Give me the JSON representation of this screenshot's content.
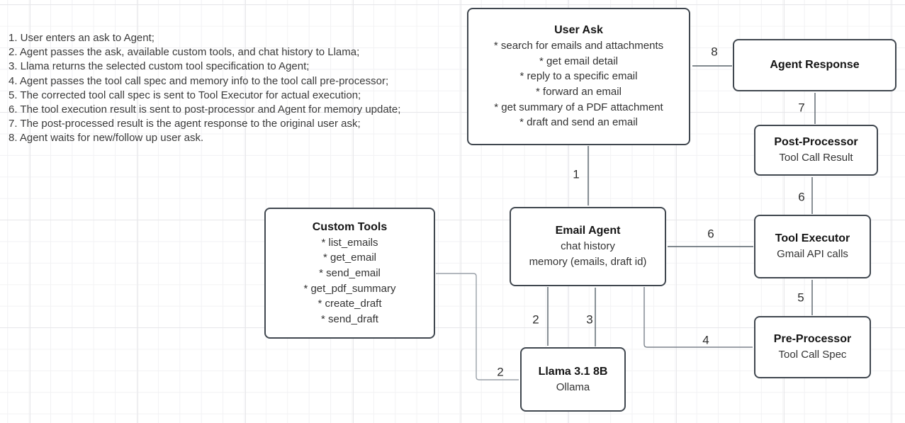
{
  "notes": {
    "steps": [
      "1. User enters an ask to Agent;",
      "2. Agent passes the ask, available custom tools, and chat history to Llama;",
      "3. Llama returns the selected custom tool specification to Agent;",
      "4. Agent passes the tool call spec and memory info to the tool call pre-processor;",
      "5. The corrected tool call spec is sent to Tool Executor for actual execution;",
      "6. The tool execution result is sent to post-processor and Agent for memory update;",
      "7. The post-processed result is the agent response to the original user ask;",
      "8. Agent waits for new/follow up user ask."
    ]
  },
  "boxes": {
    "user_ask": {
      "title": "User Ask",
      "lines": [
        "* search for emails and attachments",
        "* get email detail",
        "* reply to a specific email",
        "* forward an email",
        "* get summary of a PDF attachment",
        "* draft and send an email"
      ]
    },
    "agent_response": {
      "title": "Agent Response",
      "lines": []
    },
    "post_processor": {
      "title": "Post-Processor",
      "lines": [
        "Tool Call Result"
      ]
    },
    "tool_executor": {
      "title": "Tool Executor",
      "lines": [
        "Gmail API calls"
      ]
    },
    "pre_processor": {
      "title": "Pre-Processor",
      "lines": [
        "Tool Call Spec"
      ]
    },
    "email_agent": {
      "title": "Email Agent",
      "lines": [
        "chat history",
        "memory (emails, draft id)"
      ]
    },
    "custom_tools": {
      "title": "Custom Tools",
      "lines": [
        "* list_emails",
        "* get_email",
        "* send_email",
        "* get_pdf_summary",
        "* create_draft",
        "* send_draft"
      ]
    },
    "llama": {
      "title": "Llama 3.1 8B",
      "lines": [
        "Ollama"
      ]
    }
  },
  "connectors": {
    "a1": {
      "label": "1"
    },
    "a2": {
      "label": "2"
    },
    "a3": {
      "label": "3"
    },
    "a2b": {
      "label": "2"
    },
    "a4": {
      "label": "4"
    },
    "a5": {
      "label": "5"
    },
    "a6_result": {
      "label": "6"
    },
    "a6_memory": {
      "label": "6"
    },
    "a7": {
      "label": "7"
    },
    "a8": {
      "label": "8"
    }
  },
  "colors": {
    "node_border": "#40474f",
    "edge": "#566069",
    "edge_light": "#9aa1a9",
    "grid_minor": "#f2f2f4",
    "grid_major": "#e7e7ea"
  }
}
